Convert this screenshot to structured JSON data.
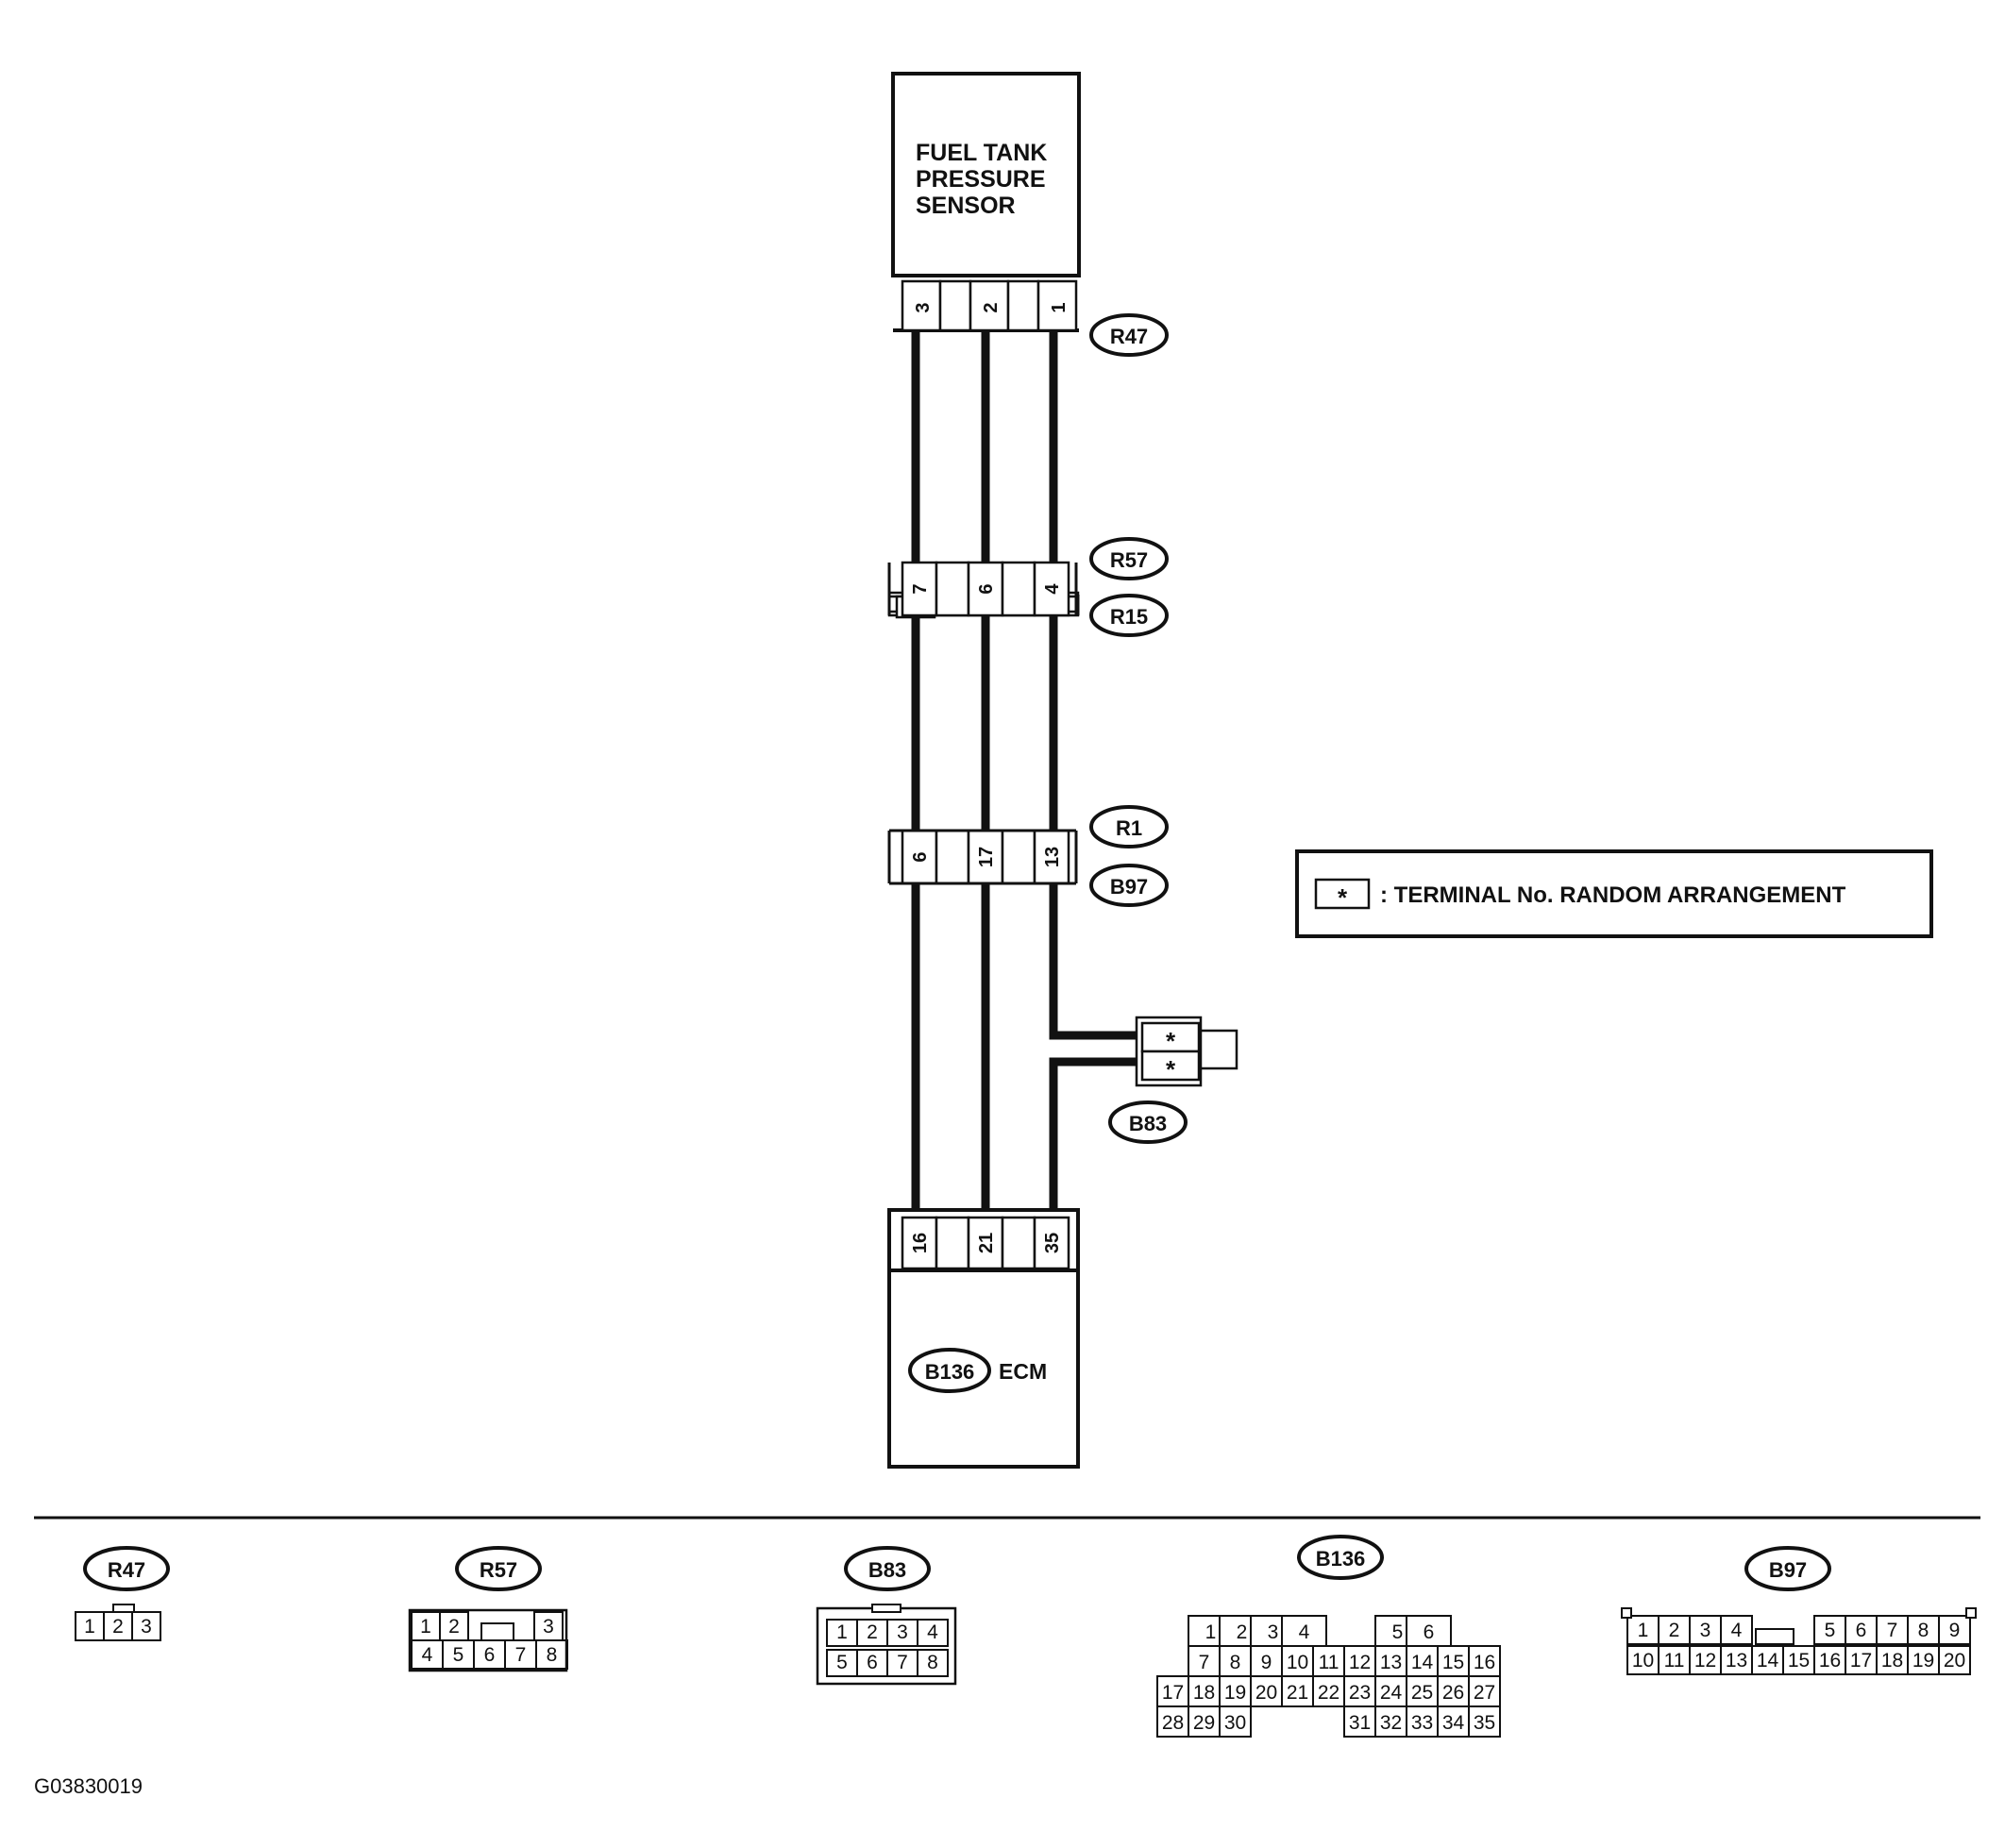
{
  "components": {
    "sensor": {
      "lines": [
        "FUEL TANK",
        "PRESSURE",
        "SENSOR"
      ]
    },
    "ecm": {
      "connector": "B136",
      "label": "ECM"
    }
  },
  "connectors": {
    "r47": {
      "label": "R47",
      "pins": [
        "3",
        "",
        "2",
        "",
        "1"
      ]
    },
    "r57_r15": {
      "labels": [
        "R57",
        "R15"
      ],
      "pins": [
        "7",
        "",
        "6",
        "",
        "4"
      ]
    },
    "r1_b97": {
      "labels": [
        "R1",
        "B97"
      ],
      "pins": [
        "6",
        "",
        "17",
        "",
        "13"
      ]
    },
    "ecm": {
      "pins": [
        "16",
        "",
        "21",
        "",
        "35"
      ]
    },
    "b83": {
      "label": "B83",
      "pins": [
        "*",
        "*"
      ]
    }
  },
  "legend": {
    "symbol": "*",
    "text": ": TERMINAL No. RANDOM ARRANGEMENT"
  },
  "connector_views": [
    {
      "label": "R47",
      "rows": [
        [
          "1",
          "2",
          "3"
        ]
      ]
    },
    {
      "label": "R57",
      "rows": [
        [
          "1",
          "2",
          "",
          "3"
        ],
        [
          "4",
          "5",
          "6",
          "7",
          "8"
        ]
      ]
    },
    {
      "label": "B83",
      "rows": [
        [
          "1",
          "2",
          "3",
          "4"
        ],
        [
          "5",
          "6",
          "7",
          "8"
        ]
      ]
    },
    {
      "label": "B136",
      "rows": [
        [
          "1",
          "2",
          "3",
          "4",
          "5",
          "6"
        ],
        [
          "7",
          "8",
          "9",
          "10",
          "11",
          "12",
          "13",
          "14",
          "15",
          "16"
        ],
        [
          "17",
          "18",
          "19",
          "20",
          "21",
          "22",
          "23",
          "24",
          "25",
          "26",
          "27"
        ],
        [
          "28",
          "29",
          "30",
          "31",
          "32",
          "33",
          "34",
          "35"
        ]
      ]
    },
    {
      "label": "B97",
      "rows": [
        [
          "1",
          "2",
          "3",
          "4",
          "5",
          "6",
          "7",
          "8",
          "9"
        ],
        [
          "10",
          "11",
          "12",
          "13",
          "14",
          "15",
          "16",
          "17",
          "18",
          "19",
          "20"
        ]
      ]
    }
  ],
  "figure_id": "G03830019"
}
